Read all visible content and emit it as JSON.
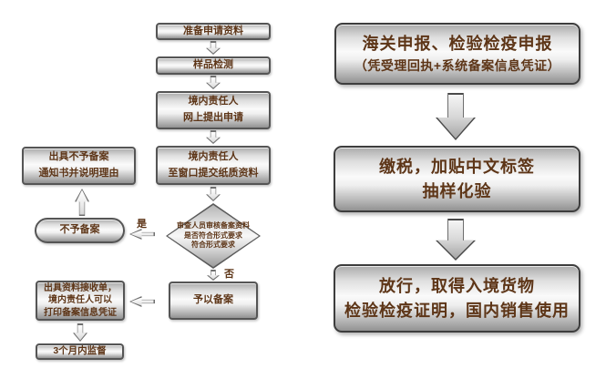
{
  "colors": {
    "background": "#ffffff",
    "text_brown": "#5d3517",
    "box_border": "#555555",
    "big_box_border": "#3d3d3d",
    "metal_light": "#fafafa",
    "metal_dark": "#929292"
  },
  "left_flow": {
    "steps": [
      {
        "lines": [
          "准备申请资料"
        ]
      },
      {
        "lines": [
          "样品检测"
        ]
      },
      {
        "lines": [
          "境内责任人",
          "网上提出申请"
        ]
      },
      {
        "lines": [
          "境内责任人",
          "至窗口提交纸质资料"
        ]
      }
    ],
    "decision": {
      "lines": [
        "审查人员审核备案资料",
        "是否符合形式要求",
        "符合形式要求"
      ]
    },
    "labels": {
      "yes": "是",
      "no": "否"
    },
    "reject": {
      "label": "不予备案"
    },
    "reject_notice": {
      "lines": [
        "出具不予备案",
        "通知书并说明理由"
      ]
    },
    "approve": {
      "label": "予以备案"
    },
    "receipt": {
      "lines": [
        "出具资料接收单，",
        "境内责任人可以",
        "打印备案信息凭证"
      ]
    },
    "supervision": {
      "label": "3个月内监督"
    }
  },
  "right_flow": {
    "steps": [
      {
        "lines": [
          "海关申报、检验检疫申报",
          "（凭受理回执+系统备案信息凭证）"
        ]
      },
      {
        "lines": [
          "缴税，加贴中文标签",
          "抽样化验"
        ]
      },
      {
        "lines": [
          "放行，取得入境货物",
          "检验检疫证明，国内销售使用"
        ]
      }
    ]
  }
}
